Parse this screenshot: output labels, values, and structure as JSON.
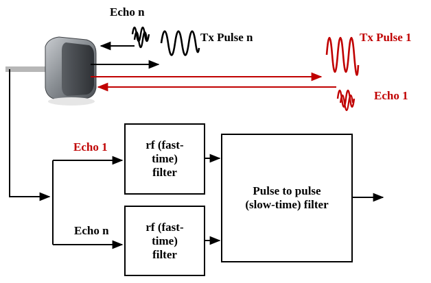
{
  "labels": {
    "echo_n_top": "Echo n",
    "tx_pulse_n": "Tx Pulse n",
    "tx_pulse_1": "Tx Pulse 1",
    "echo_1_right": "Echo 1",
    "echo_1_left": "Echo 1",
    "echo_n_bottom": "Echo n"
  },
  "boxes": {
    "rf_filter_top": [
      "rf (fast-",
      "time)",
      "filter"
    ],
    "rf_filter_bottom": [
      "rf (fast-",
      "time)",
      "filter"
    ],
    "pulse_filter": [
      "Pulse to pulse",
      "(slow-time) filter"
    ]
  },
  "colors": {
    "accent_red": "#c00000",
    "ink": "#000000",
    "transducer_body": "#6f7378",
    "cable": "#b7b7b7"
  },
  "icons": {
    "transducer": "ultrasound-transducer-icon",
    "pulse": "sine-burst-icon"
  }
}
